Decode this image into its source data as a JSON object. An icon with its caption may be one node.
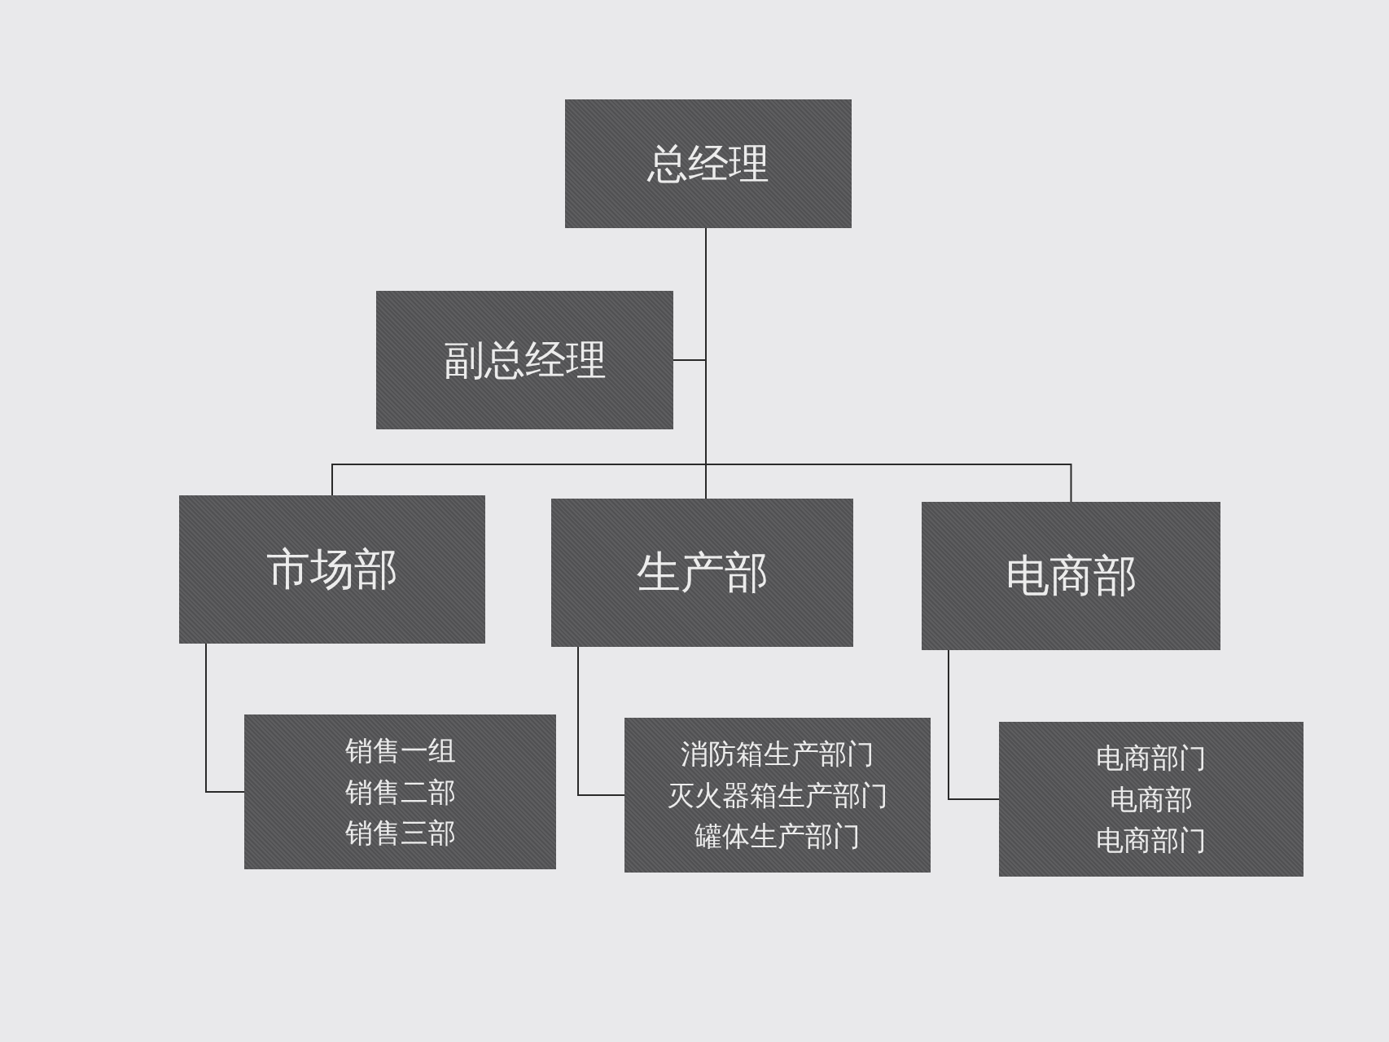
{
  "diagram": {
    "nodes": [
      {
        "text": [
          "总经理"
        ]
      },
      {
        "text": [
          "副总经理"
        ]
      },
      {
        "text": [
          "市场部"
        ]
      },
      {
        "text": [
          "生产部"
        ]
      },
      {
        "text": [
          "电商部"
        ]
      },
      {
        "text": [
          "销售一组",
          "销售二部",
          "销售三部"
        ]
      },
      {
        "text": [
          "消防箱生产部门",
          "灭火器箱生产部门",
          "罐体生产部门"
        ]
      },
      {
        "text": [
          "电商部门",
          "电商部",
          "电商部门"
        ]
      }
    ],
    "edges": [
      {
        "from": 0,
        "to": 1,
        "arrow": "none"
      },
      {
        "from": 0,
        "to": 2,
        "arrow": "none"
      },
      {
        "from": 0,
        "to": 3,
        "arrow": "none"
      },
      {
        "from": 0,
        "to": 4,
        "arrow": "none"
      },
      {
        "from": 2,
        "to": 5,
        "arrow": "none"
      },
      {
        "from": 3,
        "to": 6,
        "arrow": "none"
      },
      {
        "from": 4,
        "to": 7,
        "arrow": "none"
      }
    ]
  }
}
